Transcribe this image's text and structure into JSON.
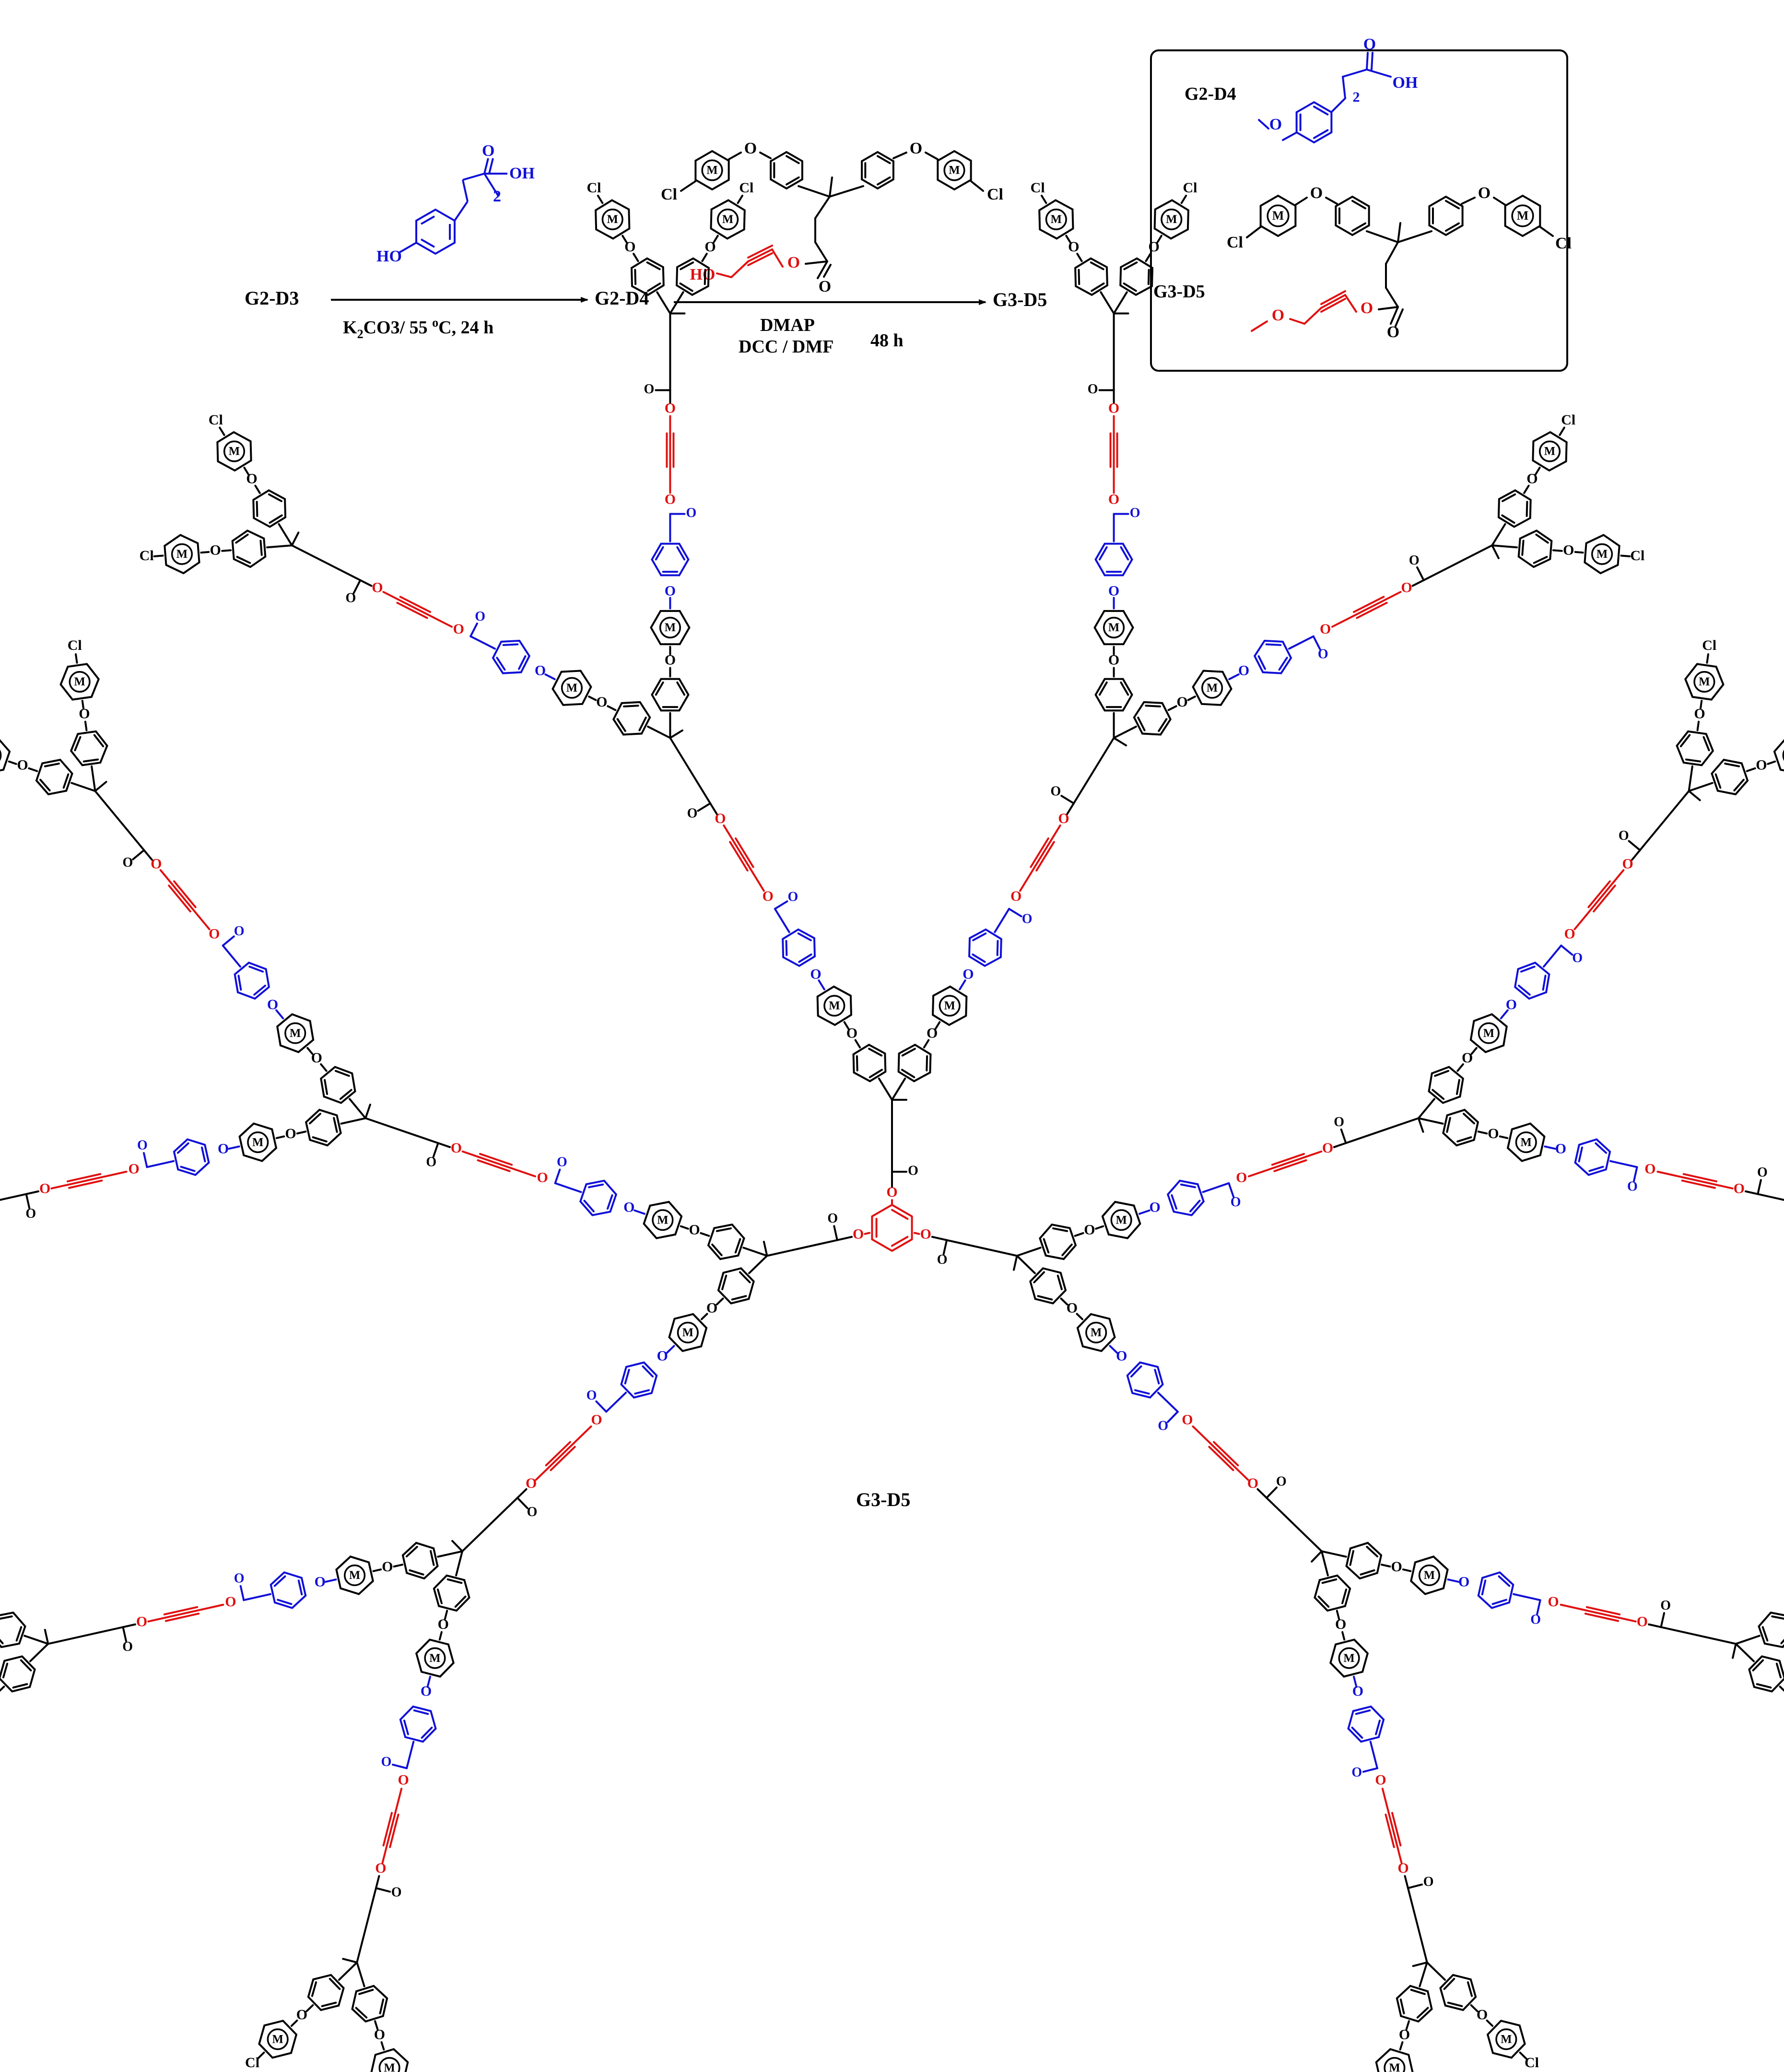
{
  "scheme": {
    "start": "G2-D3",
    "intermediate": "G2-D4",
    "product": "G3-D5",
    "step1": {
      "cond_a": "K",
      "cond_sub": "2",
      "cond_b": "CO3/  55 ",
      "cond_sup": "o",
      "cond_c": "C, 24 h"
    },
    "step2": {
      "reagent_a": "DMAP",
      "reagent_b": "DCC / DMF",
      "time": "48 h"
    }
  },
  "legend": {
    "item1": "G2-D4",
    "item2": "G3-D5"
  },
  "atoms": {
    "HO": "HO",
    "OH": "OH",
    "O": "O",
    "Cl": "Cl",
    "M": "M",
    "n2": "2"
  },
  "dendrimer_label": "G3-D5",
  "colors": {
    "core_linker": "#000000",
    "phenoxy_acid_unit": "#1010d8",
    "butynyl_ester_unit": "#e01010"
  }
}
